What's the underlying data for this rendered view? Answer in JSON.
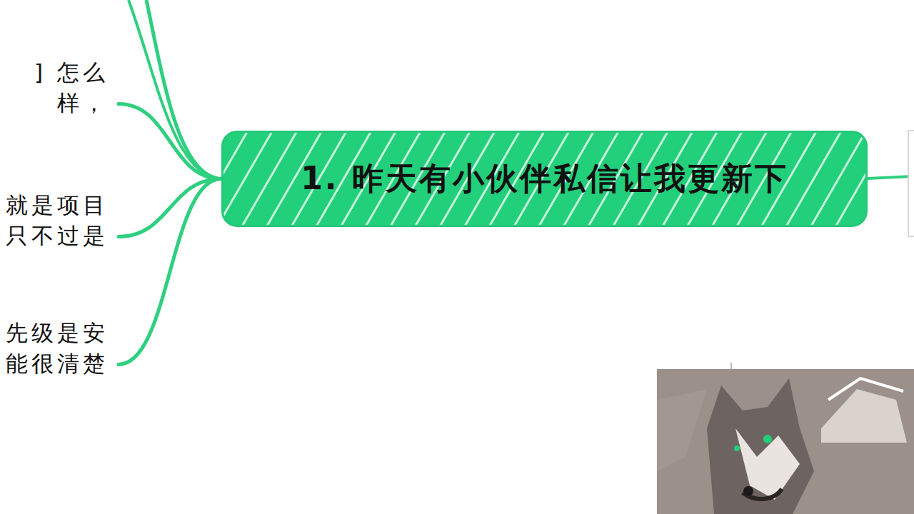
{
  "diagram": {
    "nodes": [
      {
        "text": [
          "] 怎么样，"
        ]
      },
      {
        "text": [
          "就是项目 只不过是"
        ]
      },
      {
        "text": [
          "先级是安 能很清楚"
        ]
      },
      {
        "text": [
          "1. 昨天有小伙伴私信让我更新下"
        ]
      }
    ],
    "edges": [
      {
        "from": 3,
        "to": 0,
        "arrow": "none"
      },
      {
        "from": 3,
        "to": 1,
        "arrow": "none"
      },
      {
        "from": 3,
        "to": 2,
        "arrow": "none"
      }
    ]
  }
}
